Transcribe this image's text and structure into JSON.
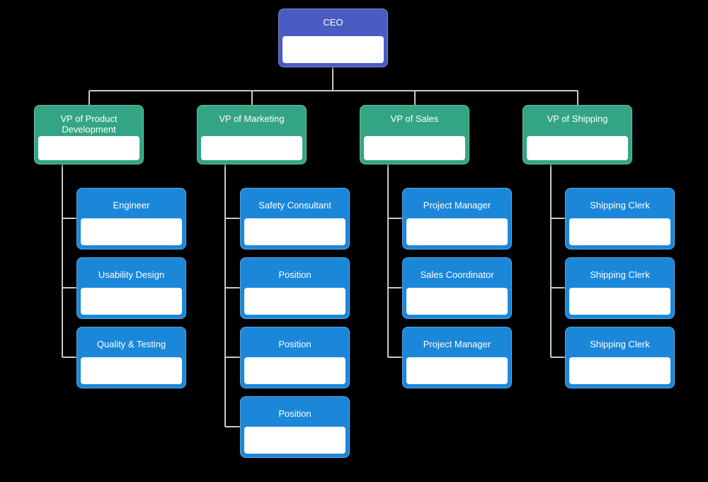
{
  "org_chart": {
    "type": "org-chart",
    "root": {
      "label": "CEO"
    },
    "vps": [
      {
        "label": "VP of Product Development",
        "children": [
          "Engineer",
          "Usability Design",
          "Quality &amp; Testing"
        ]
      },
      {
        "label": "VP of Marketing",
        "children": [
          "Safety Consultant",
          "Position",
          "Position",
          "Position"
        ]
      },
      {
        "label": "VP of Sales",
        "children": [
          "Project Manager",
          "Sales Coordinator",
          "Project Manager"
        ]
      },
      {
        "label": "VP of Shipping",
        "children": [
          "Shipping Clerk",
          "Shipping Clerk",
          "Shipping Clerk"
        ]
      }
    ],
    "colors": {
      "background": "#000000",
      "root_header": "#4a5bc2",
      "vp_header": "#34a584",
      "child_header": "#1b87d9",
      "connector": "#c9c9c9",
      "node_body": "#ffffff"
    }
  }
}
